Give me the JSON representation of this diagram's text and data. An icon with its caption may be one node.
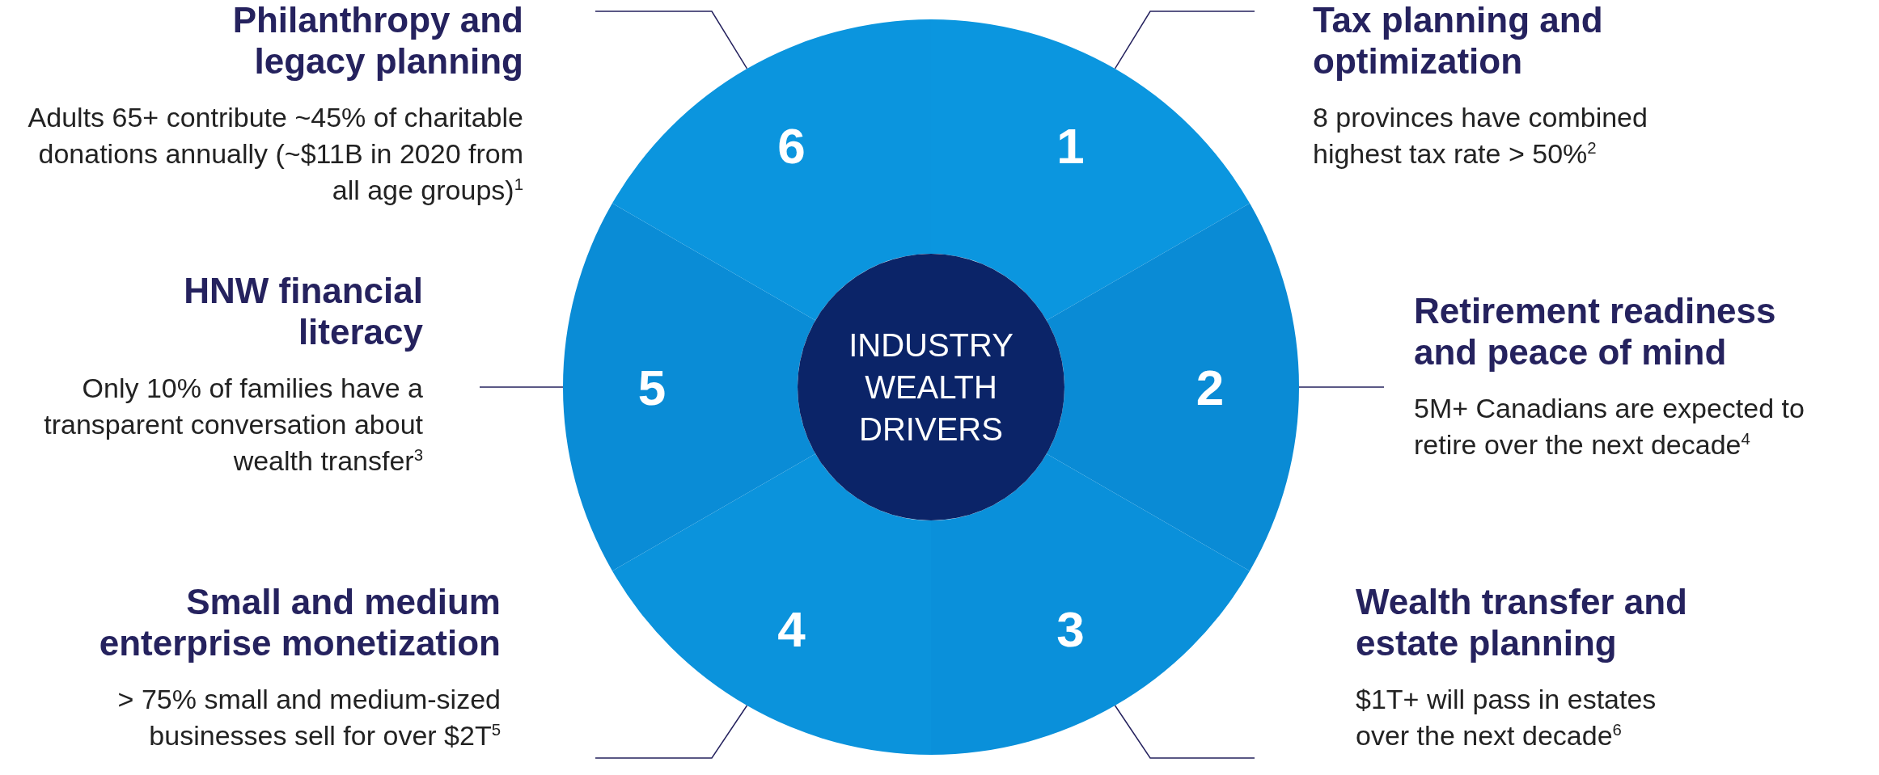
{
  "diagram": {
    "nodes": [
      {
        "text": [
          "INDUSTRY WEALTH DRIVERS"
        ]
      },
      {
        "text": [
          "1"
        ]
      },
      {
        "text": [
          "2"
        ]
      },
      {
        "text": [
          "3"
        ]
      },
      {
        "text": [
          "4"
        ]
      },
      {
        "text": [
          "5"
        ]
      },
      {
        "text": [
          "6"
        ]
      },
      {
        "text": [
          "Tax planning and optimization",
          "8 provinces have combined highest tax rate > 50%$^{2}$"
        ]
      },
      {
        "text": [
          "Retirement readiness and peace of mind",
          "5M+ Canadians are expected to retire over the next decade$^{4}$"
        ]
      },
      {
        "text": [
          "Wealth transfer and estate planning",
          "$1T+ will pass in estates over the next decade$^{6}$"
        ]
      },
      {
        "text": [
          "Small and medium enterprise monetization",
          "> 75% small and medium-sized businesses sell for over $2T$^{5}$"
        ]
      },
      {
        "text": [
          "HNW financial literacy",
          "Only 10% of families have a transparent conversation about wealth transfer$^{3}$"
        ]
      },
      {
        "text": [
          "Philanthropy and legacy planning",
          "Adults 65+ contribute ~45% of charitable donations annually (~$11B in 2020 from all age groups)$^{1}$"
        ]
      }
    ],
    "edges": [
      {
        "from": 7,
        "to": 1,
        "arrow": "none"
      },
      {
        "from": 8,
        "to": 2,
        "arrow": "none"
      },
      {
        "from": 9,
        "to": 3,
        "arrow": "none"
      },
      {
        "from": 10,
        "to": 4,
        "arrow": "none"
      },
      {
        "from": 11,
        "to": 5,
        "arrow": "none"
      },
      {
        "from": 12,
        "to": 6,
        "arrow": "none"
      }
    ]
  }
}
